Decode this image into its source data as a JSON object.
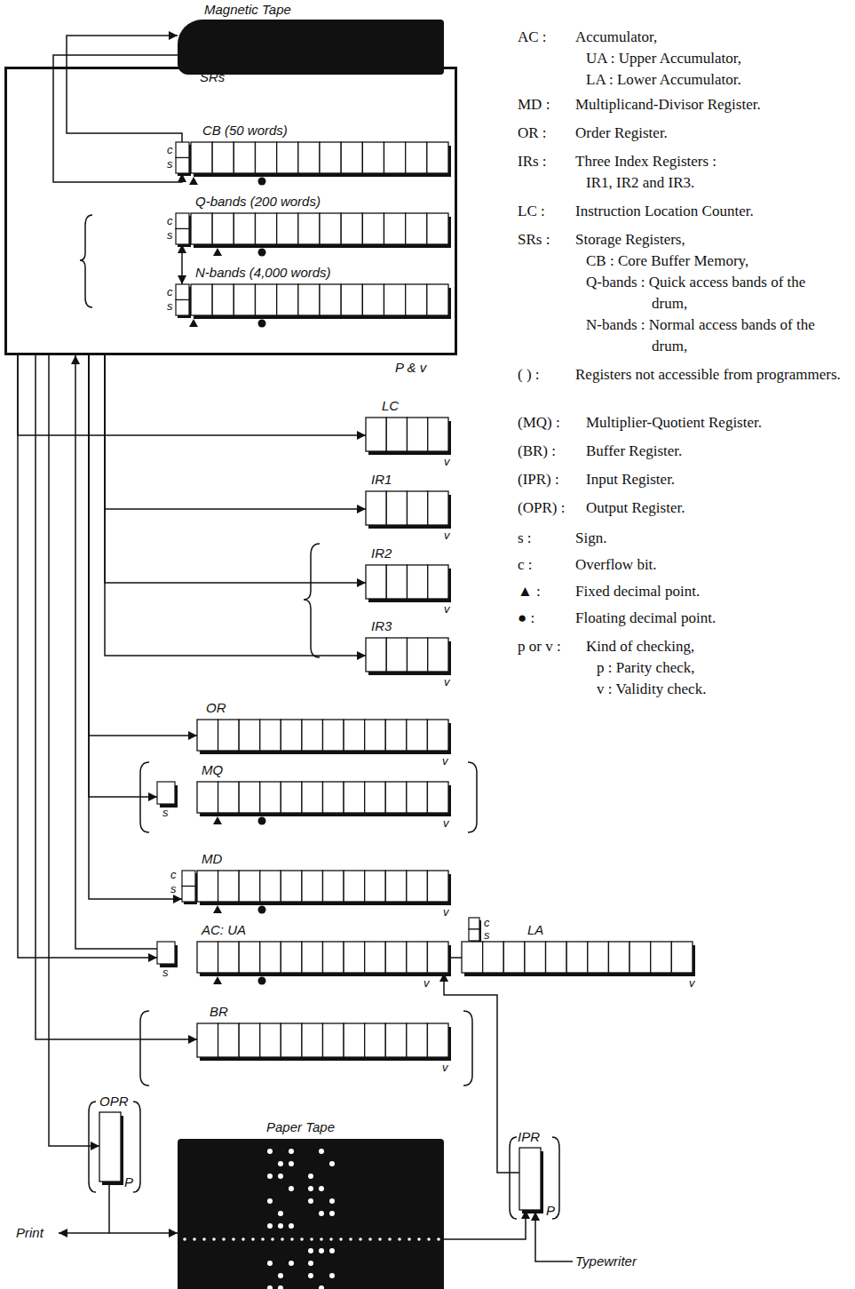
{
  "diagram": {
    "nodes": [
      {
        "text": [
          "Magnetic Tape"
        ]
      },
      {
        "text": [
          "SRs",
          "P & v"
        ]
      },
      {
        "text": [
          "CB (50 words)"
        ],
        "in": 1
      },
      {
        "text": [
          "Q-bands (200 words)"
        ],
        "in": 1
      },
      {
        "text": [
          "N-bands (4,000 words)"
        ],
        "in": 1
      },
      {
        "text": [
          "LC",
          "v"
        ]
      },
      {
        "text": [
          "IR1",
          "v"
        ]
      },
      {
        "text": [
          "IR2",
          "v"
        ]
      },
      {
        "text": [
          "IR3",
          "v"
        ]
      },
      {
        "text": [
          "OR",
          "v"
        ]
      },
      {
        "text": [
          "MQ",
          "v"
        ]
      },
      {
        "text": [
          "MD",
          "v"
        ]
      },
      {
        "text": [
          "AC: UA",
          "v"
        ]
      },
      {
        "text": [
          "LA",
          "v"
        ]
      },
      {
        "text": [
          "BR",
          "v"
        ]
      },
      {
        "text": [
          "OPR",
          "P"
        ]
      },
      {
        "text": [
          "IPR",
          "P"
        ]
      },
      {
        "text": [
          "Paper Tape"
        ]
      }
    ],
    "edges": [
      {
        "from": 2,
        "to": 0,
        "arrow": "to"
      },
      {
        "from": 0,
        "to": 2,
        "arrow": "to"
      },
      {
        "from": 3,
        "to": 4,
        "arrow": "both"
      },
      {
        "from": 1,
        "to": 5,
        "arrow": "to"
      },
      {
        "from": 1,
        "to": 6,
        "arrow": "to"
      },
      {
        "from": 1,
        "to": 7,
        "arrow": "to"
      },
      {
        "from": 1,
        "to": 8,
        "arrow": "to"
      },
      {
        "from": 1,
        "to": 9,
        "arrow": "to"
      },
      {
        "from": 1,
        "to": 10,
        "arrow": "to"
      },
      {
        "from": 1,
        "to": 11,
        "arrow": "to"
      },
      {
        "from": 1,
        "to": 12,
        "arrow": "to"
      },
      {
        "from": 12,
        "to": 1,
        "arrow": "to"
      },
      {
        "from": 1,
        "to": 14,
        "arrow": "to"
      },
      {
        "from": 1,
        "to": 15,
        "arrow": "to"
      },
      {
        "from": 15,
        "to": 17,
        "arrow": "to"
      },
      {
        "from": 17,
        "to": 16,
        "arrow": "to"
      },
      {
        "from": 16,
        "to": 12,
        "arrow": "to"
      },
      {
        "from": 12,
        "to": 13,
        "arrow": "none"
      }
    ],
    "labels": [
      "c",
      "s",
      "c",
      "s",
      "c",
      "s",
      "s",
      "c",
      "s",
      "s",
      "c",
      "s",
      "Print",
      "Typewriter",
      "AC :",
      "Accumulator,",
      "UA : Upper Accumulator,",
      "LA : Lower Accumulator.",
      "MD :",
      "Multiplicand-Divisor Register.",
      "OR :",
      "Order Register.",
      "IRs :",
      "Three Index Registers :",
      "IR1, IR2 and IR3.",
      "LC :",
      "Instruction Location Counter.",
      "SRs :",
      "Storage Registers,",
      "CB : Core Buffer Memory,",
      "Q-bands : Quick access bands of the drum,",
      "N-bands : Normal access bands of the drum,",
      "( ) :",
      "Registers not accessible from programmers.",
      "(MQ) :",
      "Multiplier-Quotient Register.",
      "(BR) :",
      "Buffer Register.",
      "(IPR) :",
      "Input Register.",
      "(OPR) :",
      "Output Register.",
      "s :",
      "Sign.",
      "c :",
      "Overflow bit.",
      "▲ :",
      "Fixed decimal point.",
      "● :",
      "Floating decimal point.",
      "p or v :",
      "Kind of checking,",
      "p : Parity check,",
      "v : Validity check."
    ]
  }
}
